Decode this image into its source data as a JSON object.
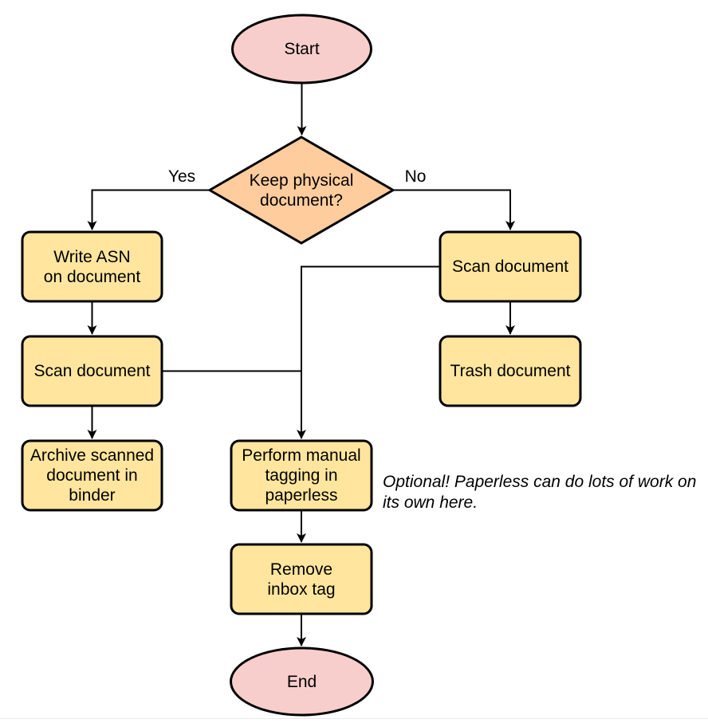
{
  "diagram": {
    "nodes": {
      "start": {
        "label": "Start",
        "type": "terminator"
      },
      "decision": {
        "label": "Keep physical\ndocument?",
        "type": "decision"
      },
      "write_asn": {
        "label": "Write ASN\non document",
        "type": "process"
      },
      "scan_left": {
        "label": "Scan document",
        "type": "process"
      },
      "archive": {
        "label": "Archive scanned\ndocument in\nbinder",
        "type": "process"
      },
      "scan_right": {
        "label": "Scan document",
        "type": "process"
      },
      "trash": {
        "label": "Trash document",
        "type": "process"
      },
      "tagging": {
        "label": "Perform manual\ntagging in\npaperless",
        "type": "process"
      },
      "remove_inbox": {
        "label": "Remove\ninbox tag",
        "type": "process"
      },
      "end": {
        "label": "End",
        "type": "terminator"
      }
    },
    "edge_labels": {
      "yes": "Yes",
      "no": "No"
    },
    "annotation": "Optional! Paperless can do lots of work on\nits own here.",
    "colors": {
      "terminator_fill": "#f8cecc",
      "decision_fill": "#ffcc9e",
      "process_fill": "#ffe59d",
      "stroke": "#000000",
      "background": "#ffffff"
    }
  }
}
